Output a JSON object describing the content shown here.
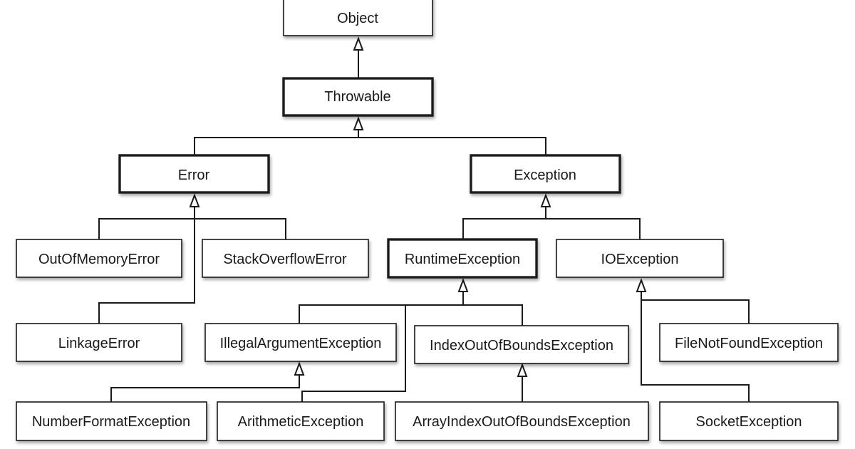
{
  "nodes": {
    "object": "Object",
    "throwable": "Throwable",
    "error": "Error",
    "exception": "Exception",
    "out_of_memory_error": "OutOfMemoryError",
    "stack_overflow_error": "StackOverflowError",
    "runtime_exception": "RuntimeException",
    "io_exception": "IOException",
    "linkage_error": "LinkageError",
    "illegal_argument_exception": "IllegalArgumentException",
    "index_out_of_bounds_exception": "IndexOutOfBoundsException",
    "file_not_found_exception": "FileNotFoundException",
    "number_format_exception": "NumberFormatException",
    "arithmetic_exception": "ArithmeticException",
    "array_index_out_of_bounds_exception": "ArrayIndexOutOfBoundsException",
    "socket_exception": "SocketException"
  },
  "relations": [
    {
      "child": "throwable",
      "parent": "object"
    },
    {
      "child": "error",
      "parent": "throwable"
    },
    {
      "child": "exception",
      "parent": "throwable"
    },
    {
      "child": "out_of_memory_error",
      "parent": "error"
    },
    {
      "child": "stack_overflow_error",
      "parent": "error"
    },
    {
      "child": "linkage_error",
      "parent": "error"
    },
    {
      "child": "runtime_exception",
      "parent": "exception"
    },
    {
      "child": "io_exception",
      "parent": "exception"
    },
    {
      "child": "illegal_argument_exception",
      "parent": "runtime_exception"
    },
    {
      "child": "index_out_of_bounds_exception",
      "parent": "runtime_exception"
    },
    {
      "child": "arithmetic_exception",
      "parent": "runtime_exception"
    },
    {
      "child": "number_format_exception",
      "parent": "illegal_argument_exception"
    },
    {
      "child": "array_index_out_of_bounds_exception",
      "parent": "index_out_of_bounds_exception"
    },
    {
      "child": "file_not_found_exception",
      "parent": "io_exception"
    },
    {
      "child": "socket_exception",
      "parent": "io_exception"
    }
  ]
}
